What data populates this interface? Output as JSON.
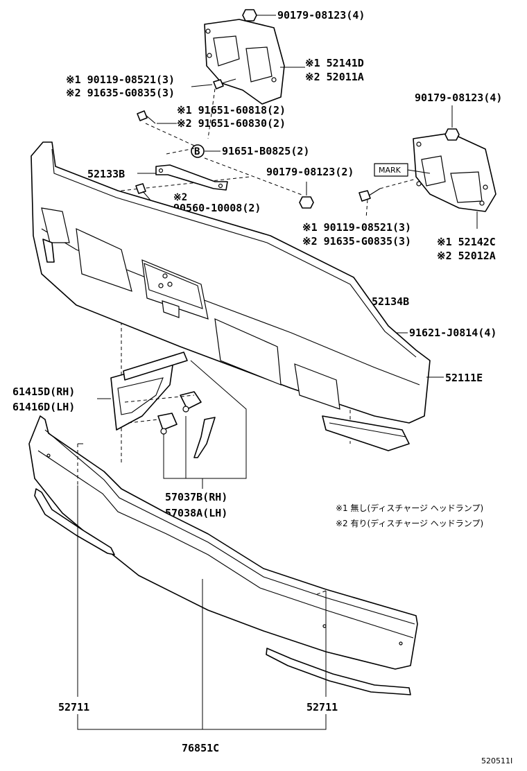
{
  "labels": {
    "p1": "90179-08123(4)",
    "p2a": "※1 52141D",
    "p2b": "※2 52011A",
    "p3a": "※1 90119-08521(3)",
    "p3b": "※2 91635-G0835(3)",
    "p4a": "※1 91651-60818(2)",
    "p4b": "※2 91651-60830(2)",
    "p5_circle": "B",
    "p5": "91651-B0825(2)",
    "p6": "52133B",
    "p7": "90179-08123(2)",
    "p8_note": "※2",
    "p8": "90560-10008(2)",
    "p9": "90179-08123(4)",
    "p10_mark": "MARK",
    "p11a": "※1 90119-08521(3)",
    "p11b": "※2 91635-G0835(3)",
    "p12a": "※1 52142C",
    "p12b": "※2 52012A",
    "p13": "52134B",
    "p14": "91621-J0814(4)",
    "p15": "52111E",
    "p16a": "61415D(RH)",
    "p16b": "61416D(LH)",
    "p17a": "57037B(RH)",
    "p17b": "57038A(LH)",
    "p18": "52711",
    "p19": "52711",
    "p20": "76851C",
    "note1": "※1 無し(ディスチャージ ヘッドランプ)",
    "note2": "※2 有り(ディスチャージ ヘッドランプ)",
    "code": "520511I"
  }
}
